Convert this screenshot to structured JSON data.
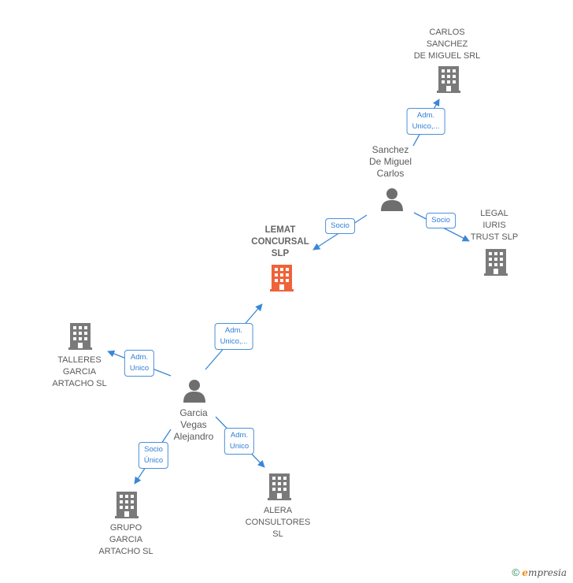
{
  "nodes": {
    "carlos_sanchez_srl": {
      "label": "CARLOS\nSANCHEZ\nDE MIGUEL SRL",
      "type": "company"
    },
    "legal_iuris": {
      "label": "LEGAL\nIURIS\nTRUST  SLP",
      "type": "company"
    },
    "lemat": {
      "label": "LEMAT\nCONCURSAL\nSLP",
      "type": "company-main"
    },
    "talleres": {
      "label": "TALLERES\nGARCIA\nARTACHO SL",
      "type": "company"
    },
    "grupo": {
      "label": "GRUPO\nGARCIA\nARTACHO SL",
      "type": "company"
    },
    "alera": {
      "label": "ALERA\nCONSULTORES\nSL",
      "type": "company"
    },
    "sanchez": {
      "label": "Sanchez\nDe Miguel\nCarlos",
      "type": "person"
    },
    "garcia": {
      "label": "Garcia\nVegas\nAlejandro",
      "type": "person"
    }
  },
  "edges": [
    {
      "id": "sanchez-carlos",
      "label": "Adm.\nUnico,..."
    },
    {
      "id": "sanchez-lemat",
      "label": "Socio"
    },
    {
      "id": "sanchez-legal",
      "label": "Socio"
    },
    {
      "id": "garcia-lemat",
      "label": "Adm.\nUnico,..."
    },
    {
      "id": "garcia-talleres",
      "label": "Adm.\nUnico"
    },
    {
      "id": "garcia-grupo",
      "label": "Socio\nÚnico"
    },
    {
      "id": "garcia-alera",
      "label": "Adm.\nUnico"
    }
  ],
  "colors": {
    "edge": "#3b86d6",
    "building": "#7a7a7a",
    "building_main": "#f0623a",
    "person": "#6e6e6e"
  },
  "footer": {
    "symbol": "©",
    "brand_initial": "e",
    "brand_rest": "mpresia"
  }
}
